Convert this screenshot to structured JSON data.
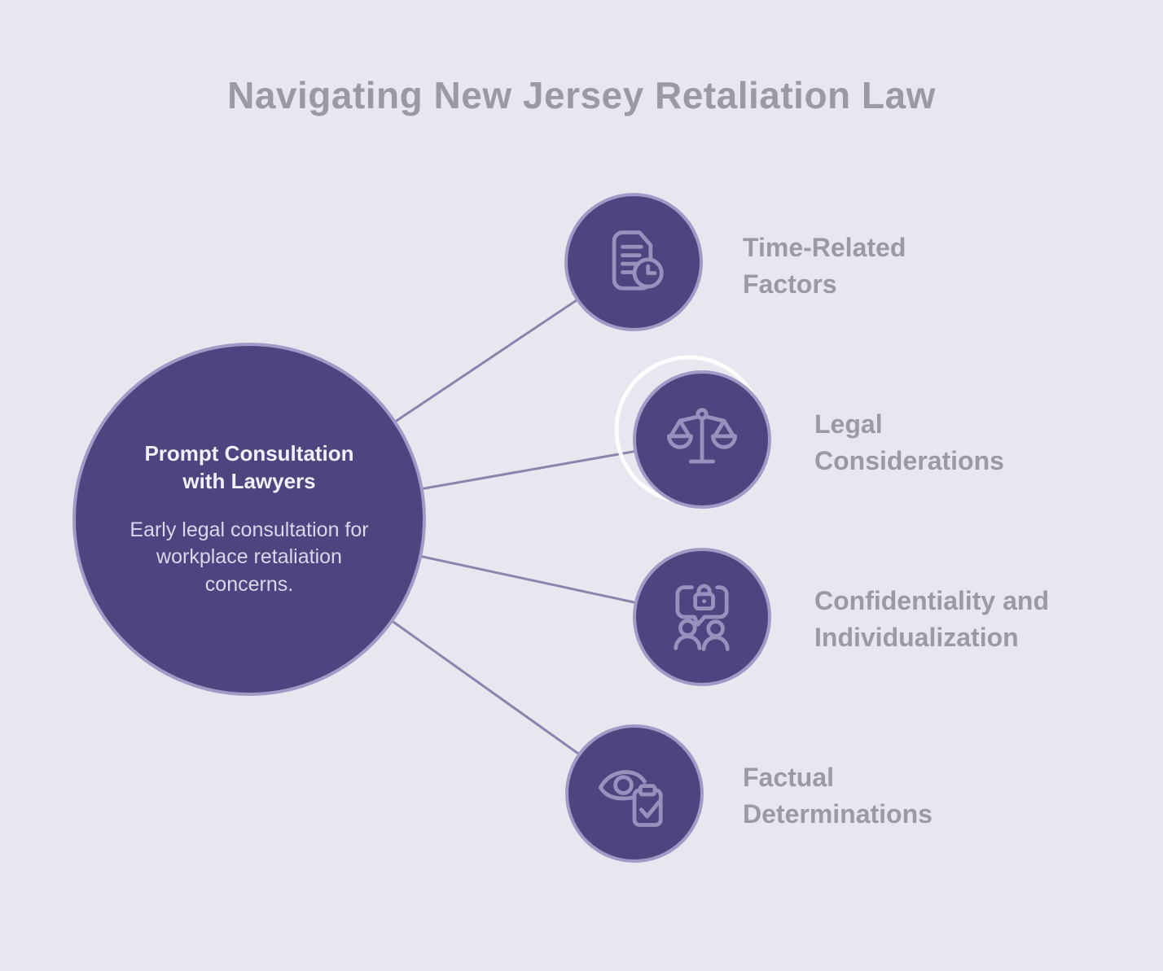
{
  "title": "Navigating New Jersey Retaliation Law",
  "center_node": {
    "heading": "Prompt Consultation with Lawyers",
    "description": "Early legal consultation for workplace retaliation concerns."
  },
  "nodes": [
    {
      "label": "Time-Related Factors",
      "icon": "document-clock-icon"
    },
    {
      "label": "Legal Considerations",
      "icon": "scales-of-justice-icon"
    },
    {
      "label": "Confidentiality and Individualization",
      "icon": "confidential-conversation-icon"
    },
    {
      "label": "Factual Determinations",
      "icon": "eye-checklist-icon"
    }
  ],
  "colors": {
    "background": "#e8e7ef",
    "node-fill": "#4e4480",
    "node-border": "#a19ac7",
    "icon-stroke": "#9991bd",
    "connector": "#8b85ab",
    "deco-ring": "#ffffff",
    "title-gray": "#9b9aa2",
    "label-gray": "#9b9aa2",
    "center-heading-color": "#f1eff9",
    "center-body-color": "#dbd6ea"
  }
}
